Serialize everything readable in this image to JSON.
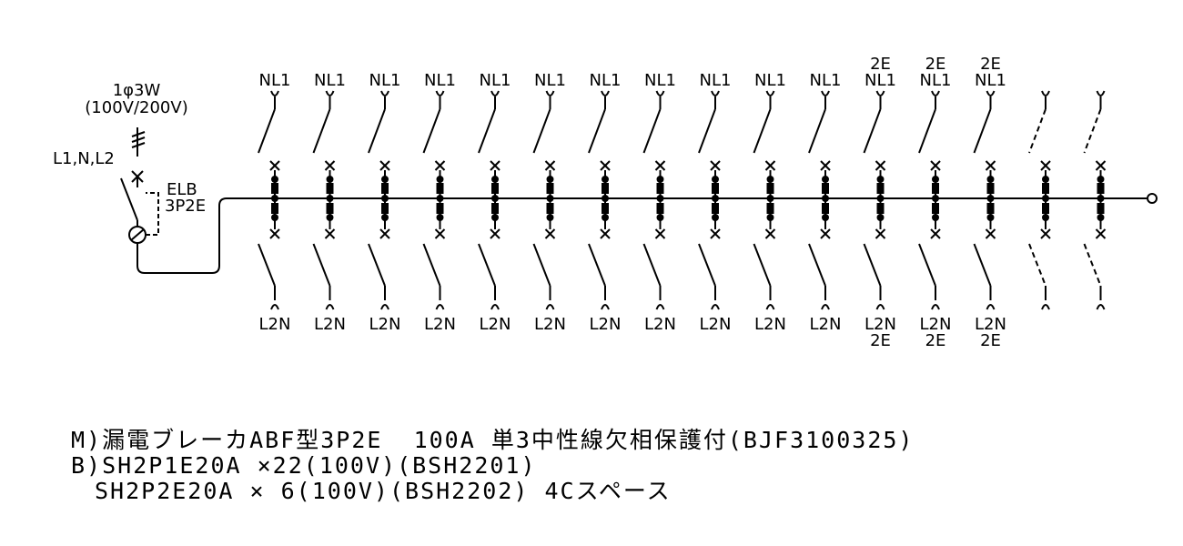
{
  "supply": {
    "phase_label": "1φ3W",
    "voltage_label": "(100V/200V)",
    "lines_label": "L1,N,L2"
  },
  "main_breaker": {
    "type_label": "ELB",
    "poles_label": "3P2E"
  },
  "top_labels": [
    "NL1",
    "NL1",
    "NL1",
    "NL1",
    "NL1",
    "NL1",
    "NL1",
    "NL1",
    "NL1",
    "NL1",
    "NL1",
    "2E NL1",
    "2E NL1",
    "2E NL1",
    "",
    ""
  ],
  "bottom_labels": [
    "L2N",
    "L2N",
    "L2N",
    "L2N",
    "L2N",
    "L2N",
    "L2N",
    "L2N",
    "L2N",
    "L2N",
    "L2N",
    "L2N 2E",
    "L2N 2E",
    "L2N 2E",
    "",
    ""
  ],
  "branch_state": [
    "installed",
    "installed",
    "installed",
    "installed",
    "installed",
    "installed",
    "installed",
    "installed",
    "installed",
    "installed",
    "installed",
    "installed",
    "installed",
    "installed",
    "space",
    "space"
  ],
  "notes": {
    "line1": "M)漏電ブレーカABF型3P2E  100A 単3中性線欠相保護付(BJF3100325)",
    "line2": "B)SH2P1E20A ×22(100V)(BSH2201)",
    "line3": "SH2P2E20A × 6(100V)(BSH2202) 4Cスペース"
  }
}
